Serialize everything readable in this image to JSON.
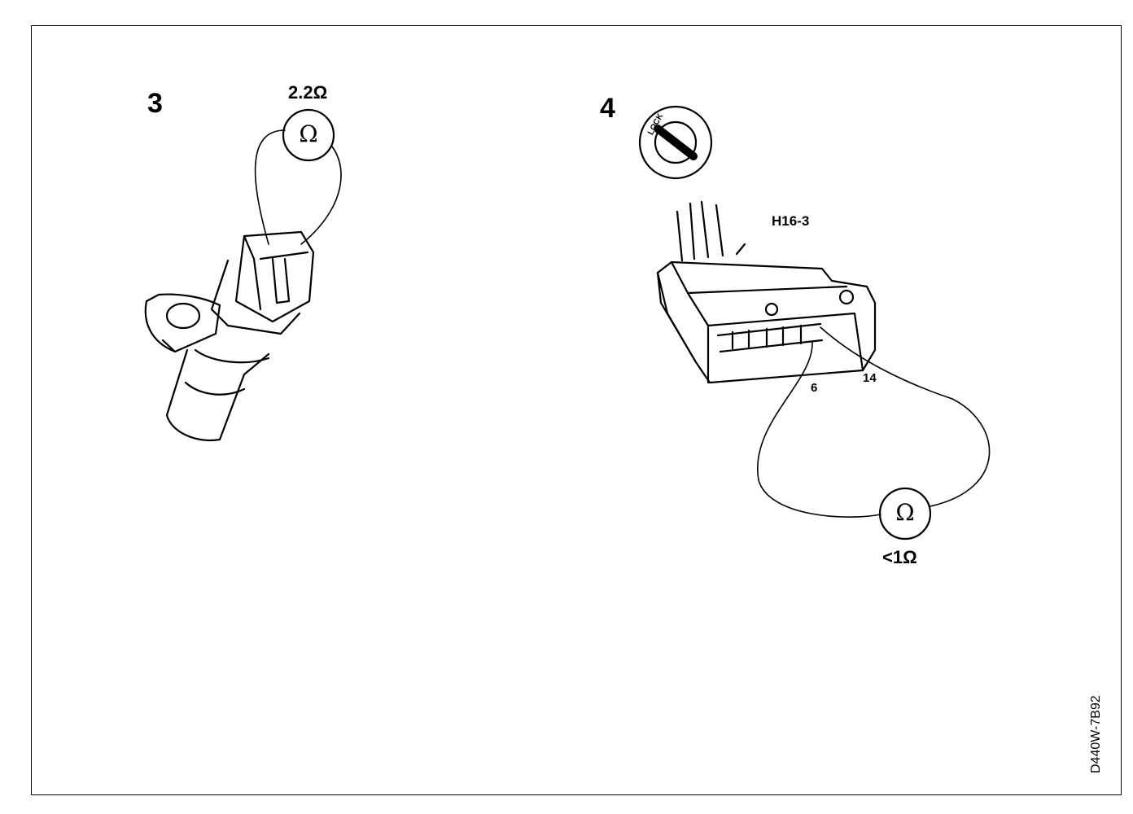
{
  "figure": {
    "step_3": {
      "number": "3",
      "meter": {
        "symbol": "Ω",
        "reading": "2.2Ω"
      }
    },
    "step_4": {
      "number": "4",
      "ignition": {
        "label": "LOCK"
      },
      "connector": {
        "name": "H16-3",
        "pin_a": "6",
        "pin_b": "14"
      },
      "meter": {
        "symbol": "Ω",
        "reading": "<1Ω"
      }
    },
    "reference_code": "D440W-7B92"
  }
}
